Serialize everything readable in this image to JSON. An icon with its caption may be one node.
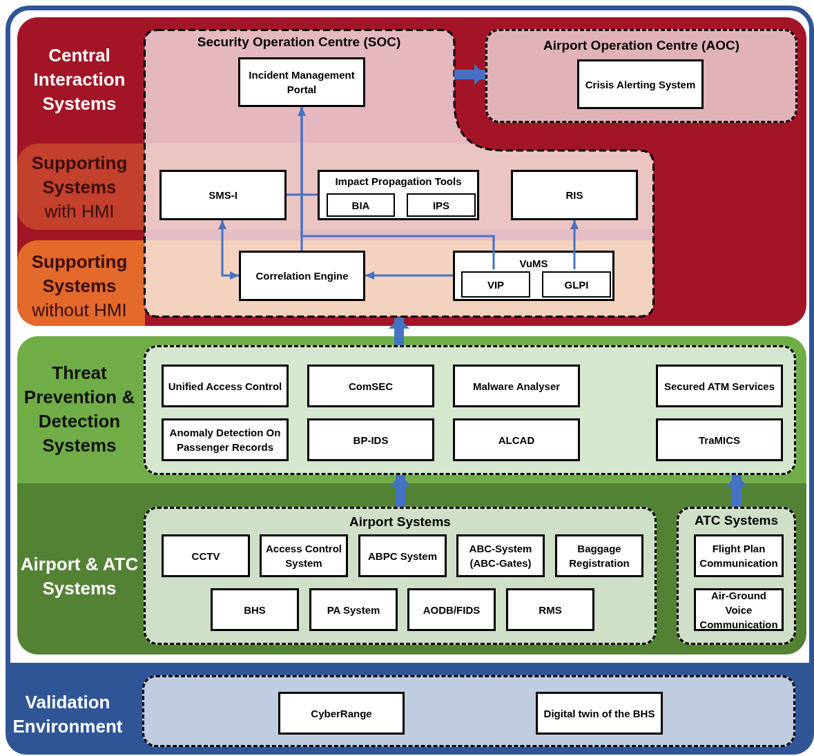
{
  "diagram": {
    "nodes": [
      {
        "text": [
          "Central Interaction Systems"
        ]
      },
      {
        "text": [
          "**Supporting Systems** with HMI"
        ],
        "in": 0
      },
      {
        "text": [
          "**Supporting Systems** without HMI"
        ],
        "in": 0
      },
      {
        "text": [
          "Threat Prevention & Detection Systems"
        ]
      },
      {
        "text": [
          "Airport & ATC Systems"
        ]
      },
      {
        "text": [
          "Validation Environment"
        ]
      },
      {
        "text": [
          "Security Operation Centre (SOC)"
        ],
        "in": 0
      },
      {
        "text": [
          "Airport Operation Centre (AOC)"
        ],
        "in": 0
      },
      {
        "text": [
          "Incident Management Portal"
        ],
        "in": 6
      },
      {
        "text": [
          "Crisis Alerting System"
        ],
        "in": 7
      },
      {
        "text": [
          "SMS-I"
        ],
        "in": 6
      },
      {
        "text": [
          "Impact Propagation Tools"
        ],
        "in": 6
      },
      {
        "text": [
          "BIA"
        ],
        "in": 11
      },
      {
        "text": [
          "IPS"
        ],
        "in": 11
      },
      {
        "text": [
          "RIS"
        ],
        "in": 6
      },
      {
        "text": [
          "Correlation Engine"
        ],
        "in": 6
      },
      {
        "text": [
          "VuMS"
        ],
        "in": 6
      },
      {
        "text": [
          "VIP"
        ],
        "in": 16
      },
      {
        "text": [
          "GLPI"
        ],
        "in": 16
      },
      {
        "text": [],
        "shape": "box",
        "in": 3
      },
      {
        "text": [
          "Unified Access Control"
        ],
        "in": 19
      },
      {
        "text": [
          "ComSEC"
        ],
        "in": 19
      },
      {
        "text": [
          "Malware Analyser"
        ],
        "in": 19
      },
      {
        "text": [
          "Secured ATM Services"
        ],
        "in": 19
      },
      {
        "text": [
          "Anomaly Detection On Passenger Records"
        ],
        "in": 19
      },
      {
        "text": [
          "BP-IDS"
        ],
        "in": 19
      },
      {
        "text": [
          "ALCAD"
        ],
        "in": 19
      },
      {
        "text": [
          "TraMICS"
        ],
        "in": 19
      },
      {
        "text": [
          "Airport Systems"
        ],
        "in": 4
      },
      {
        "text": [
          "CCTV"
        ],
        "in": 28
      },
      {
        "text": [
          "Access Control System"
        ],
        "in": 28
      },
      {
        "text": [
          "ABPC System"
        ],
        "in": 28
      },
      {
        "text": [
          "ABC-System (ABC-Gates)"
        ],
        "in": 28
      },
      {
        "text": [
          "Baggage Registration"
        ],
        "in": 28
      },
      {
        "text": [
          "BHS"
        ],
        "in": 28
      },
      {
        "text": [
          "PA System"
        ],
        "in": 28
      },
      {
        "text": [
          "AODB/FIDS"
        ],
        "in": 28
      },
      {
        "text": [
          "RMS"
        ],
        "in": 28
      },
      {
        "text": [
          "ATC Systems"
        ],
        "in": 4
      },
      {
        "text": [
          "Flight Plan Communication"
        ],
        "in": 38
      },
      {
        "text": [
          "Air-Ground Voice Communication"
        ],
        "in": 38
      },
      {
        "text": [],
        "shape": "box",
        "in": 5
      },
      {
        "text": [
          "CyberRange"
        ],
        "in": 41
      },
      {
        "text": [
          "Digital twin of the BHS"
        ],
        "in": 41
      }
    ],
    "edges": [
      {
        "from": 6,
        "to": 7,
        "arrow": "to",
        "style": "thick"
      },
      {
        "from": 15,
        "to": 8,
        "arrow": "to"
      },
      {
        "from": 10,
        "to": 15,
        "arrow": "both"
      },
      {
        "from": 10,
        "to": 11,
        "arrow": "none"
      },
      {
        "from": 17,
        "to": 8,
        "arrow": "to"
      },
      {
        "from": 16,
        "to": 15,
        "arrow": "to"
      },
      {
        "from": 18,
        "to": 14,
        "arrow": "to"
      },
      {
        "from": 19,
        "to": 6,
        "arrow": "to",
        "style": "thick"
      },
      {
        "from": 28,
        "to": 19,
        "arrow": "to",
        "style": "thick"
      },
      {
        "from": 38,
        "to": 19,
        "arrow": "to",
        "style": "thick"
      }
    ]
  }
}
